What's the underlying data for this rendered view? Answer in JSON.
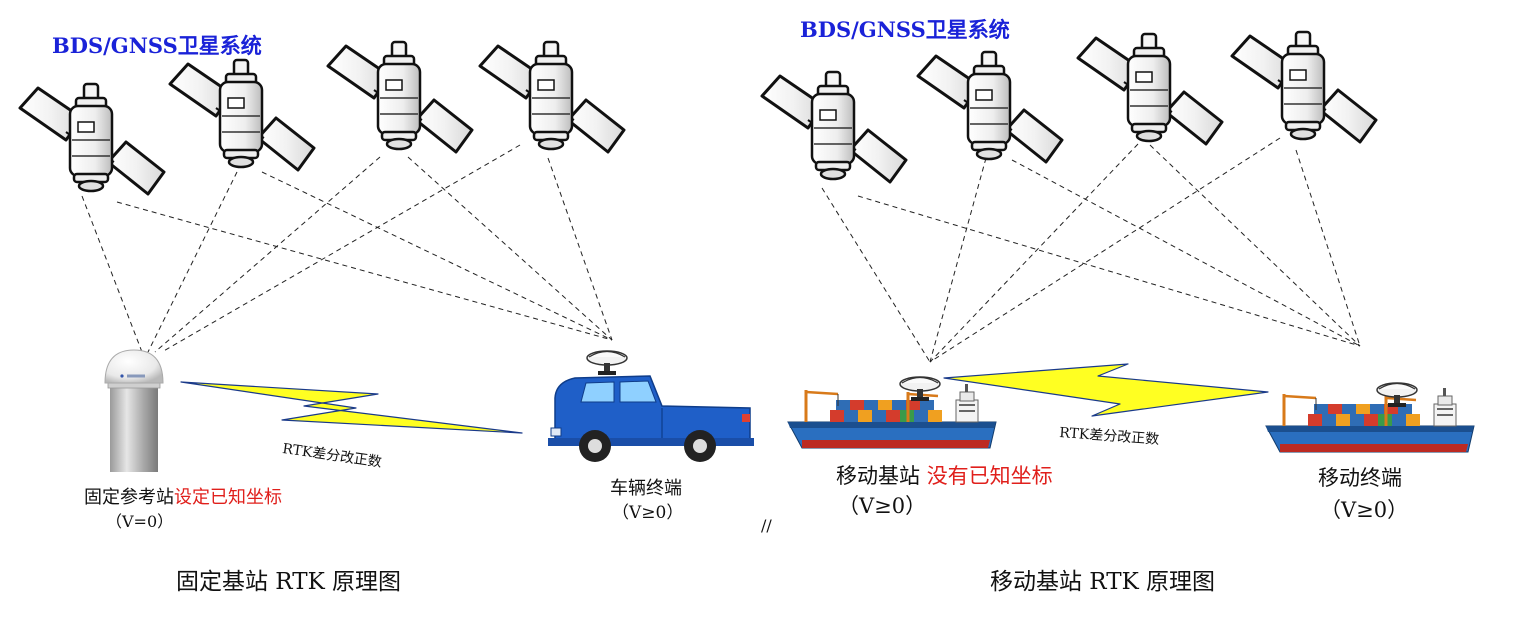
{
  "left": {
    "system_label": "BDS/GNSS卫星系统",
    "base_label": "固定参考站",
    "base_note": "设定已知坐标",
    "base_velocity": "（V=0）",
    "rover_label": "车辆终端",
    "rover_velocity": "（V≥0）",
    "link_label": "RTK差分改正数",
    "caption": "固定基站 RTK 原理图"
  },
  "right": {
    "system_label": "BDS/GNSS卫星系统",
    "base_label": "移动基站",
    "base_note": "没有已知坐标",
    "base_velocity": "（V≥0）",
    "rover_label": "移动终端",
    "rover_velocity": "（V≥0）",
    "link_label": "RTK差分改正数",
    "caption": "移动基站 RTK 原理图"
  },
  "separator": "//",
  "colors": {
    "system_text": "#1a22d8",
    "highlight_text": "#e0201c",
    "bolt_fill": "#ffff22",
    "truck_blue": "#1f5fc8",
    "ship_hull": "#2a6fc0"
  },
  "icons": {
    "satellite": "satellite-icon",
    "reference_antenna": "gnss-antenna-icon",
    "vehicle": "pickup-truck-icon",
    "ship": "container-ship-icon",
    "radio_link": "lightning-bolt-icon"
  }
}
